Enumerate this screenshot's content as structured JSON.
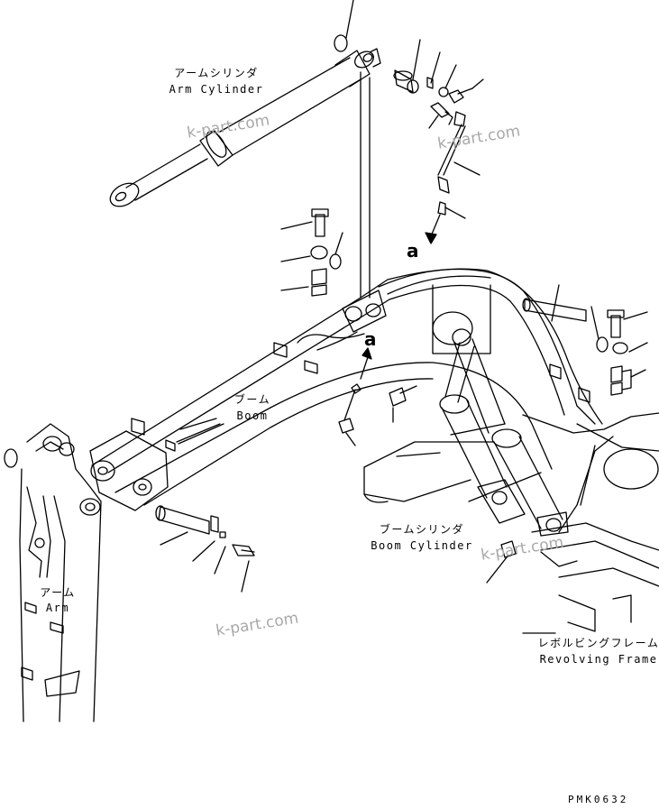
{
  "labels": {
    "arm_cylinder_jp": "アームシリンダ",
    "arm_cylinder_en": "Arm Cylinder",
    "boom_jp": "ブーム",
    "boom_en": "Boom",
    "arm_jp": "アーム",
    "arm_en": "Arm",
    "boom_cylinder_jp": "ブームシリンダ",
    "boom_cylinder_en": "Boom Cylinder",
    "revolving_frame_jp": "レボルビングフレーム",
    "revolving_frame_en": "Revolving Frame"
  },
  "callouts": {
    "top": "a",
    "mid": "a"
  },
  "watermark": "k-part.com",
  "drawing_code": "PMK0632"
}
